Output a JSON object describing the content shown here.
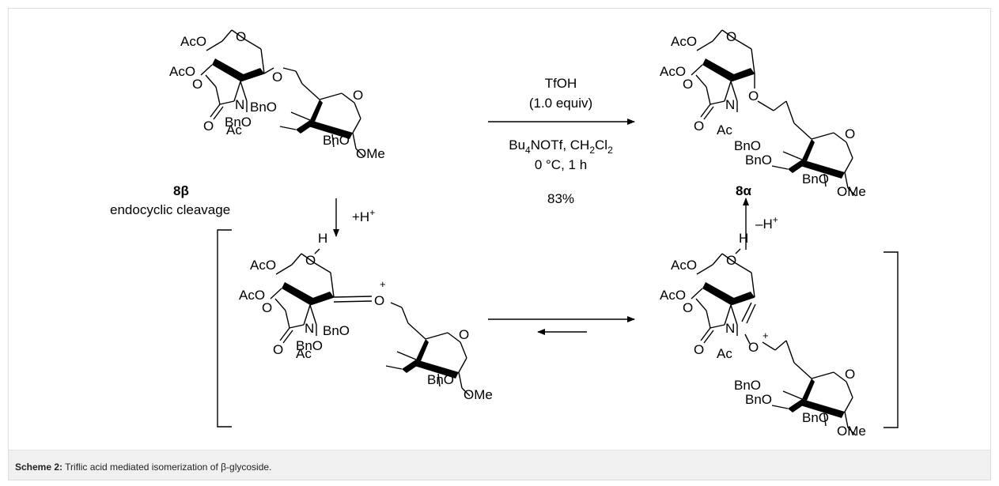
{
  "caption": {
    "label": "Scheme 2:",
    "text": "Triflic acid mediated isomerization of β-glycoside."
  },
  "reaction": {
    "reagent_1": "TfOH",
    "reagent_2": "(1.0 equiv)",
    "conditions_1": "Bu4NOTf, CH2Cl2",
    "conditions_2": "0 °C, 1 h",
    "yield": "83%",
    "side_note": "endocyclic cleavage",
    "protonation": "+H+",
    "deprotonation": "–H+"
  },
  "compounds": {
    "start": "8β",
    "product": "8α"
  },
  "labels": {
    "ac": "Ac",
    "aco": "AcO",
    "bno": "BnO",
    "ome": "OMe",
    "o": "O",
    "n": "N",
    "h": "H"
  },
  "colors": {
    "ink": "#000000",
    "caption_bg": "#f0f0f0",
    "border": "#dedede"
  }
}
